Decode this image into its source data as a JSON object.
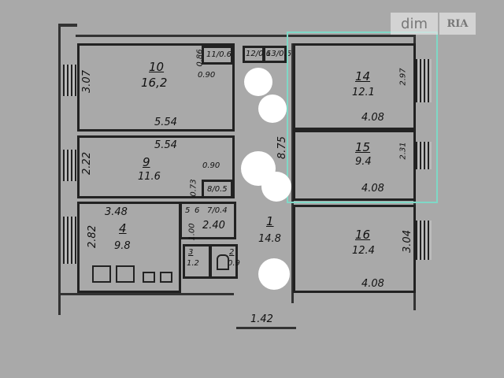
{
  "watermark": {
    "dim": "dim",
    "ria": "RIA"
  },
  "rooms": {
    "r10": {
      "num": "10",
      "area": "16,2",
      "w": "5.54",
      "h": "3.07",
      "d1": "0.86",
      "d2": "0.90"
    },
    "r11": {
      "label": "11/0.6"
    },
    "r12": {
      "label": "12/0.6"
    },
    "r13": {
      "label": "13/0.6"
    },
    "r9": {
      "num": "9",
      "area": "11.6",
      "w": "5.54",
      "h": "2.22",
      "d1": "0.90",
      "d2": "0.73"
    },
    "r8": {
      "label": "8/0.5"
    },
    "r4": {
      "num": "4",
      "area": "9.8",
      "w": "3.48",
      "h": "2.82"
    },
    "r5": {
      "label": "5"
    },
    "r6": {
      "label": "6"
    },
    "r7": {
      "label": "7/0.4"
    },
    "r567": {
      "w": "2.40",
      "h": "1.00"
    },
    "r3": {
      "num": "3",
      "area": "1.2"
    },
    "r2": {
      "num": "2",
      "area": "0.9"
    },
    "r1": {
      "num": "1",
      "area": "14.8",
      "len": "8.75",
      "w": "1.42"
    },
    "r14": {
      "num": "14",
      "area": "12.1",
      "w": "4.08",
      "h": "2.97"
    },
    "r15": {
      "num": "15",
      "area": "9.4",
      "w": "4.08",
      "h": "2.31"
    },
    "r16": {
      "num": "16",
      "area": "12.4",
      "w": "4.08",
      "h": "3.04"
    }
  }
}
